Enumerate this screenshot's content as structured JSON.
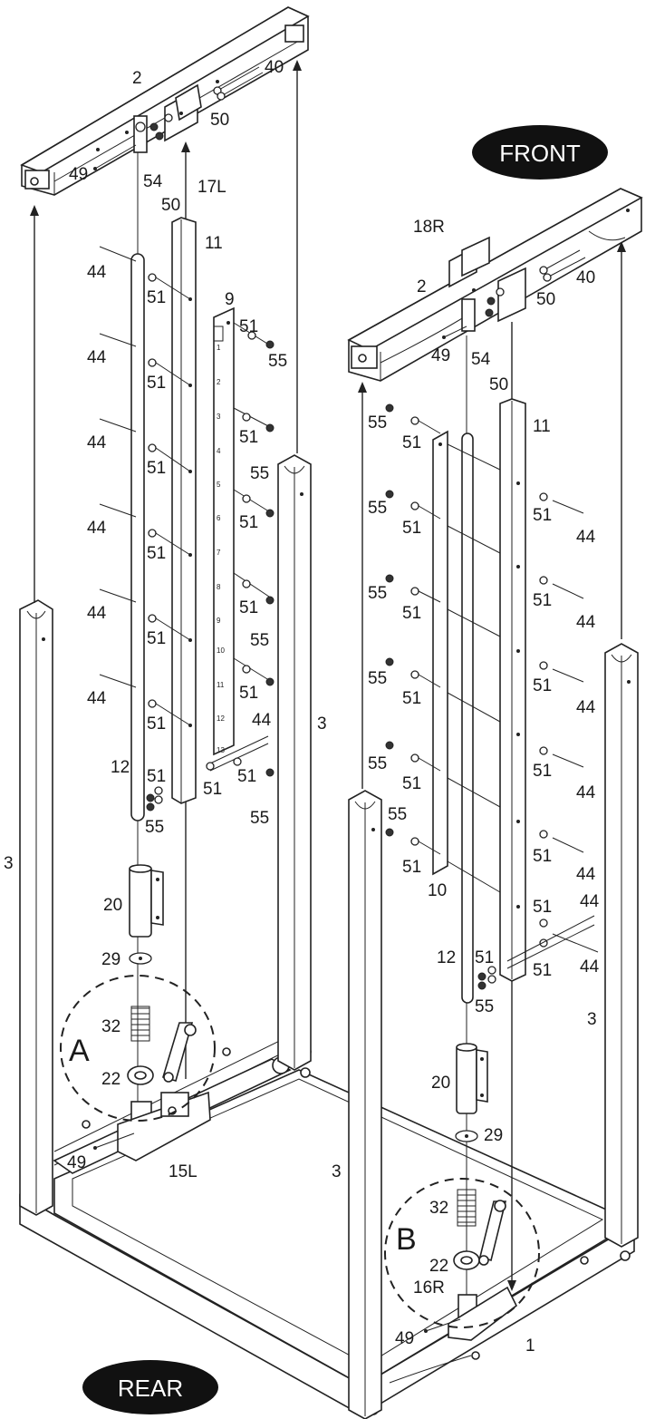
{
  "orientation": {
    "front": "FRONT",
    "rear": "REAR"
  },
  "details": {
    "a": "A",
    "b": "B"
  },
  "left_assembly": {
    "top_frame": "2",
    "bolt_top": "40",
    "washer_top": "50",
    "bracket": "17L",
    "washer_left": "50",
    "nut_top": "54",
    "pin_top": "49",
    "guide_tube": "11",
    "weight_plate": "9",
    "rod": "12",
    "bolts": [
      "44",
      "44",
      "44",
      "44",
      "44",
      "44"
    ],
    "washers_left": [
      "51",
      "51",
      "51",
      "51",
      "51",
      "51"
    ],
    "washers_right": [
      "51",
      "51",
      "51",
      "51",
      "51"
    ],
    "nuts_right": [
      "55",
      "55",
      "55",
      "55"
    ],
    "bottom_bolt": "44",
    "bottom_washer_a": "51",
    "bottom_washer_b": "51",
    "bottom_washer_c": "51",
    "bottom_nut_a": "55",
    "bottom_nut_b": "55",
    "bushing": "20",
    "washer_29": "29",
    "spring": "32",
    "collar": "22",
    "pin_bottom": "49",
    "lower_bracket": "15L",
    "plate_numbers": [
      "1",
      "2",
      "3",
      "4",
      "5",
      "6",
      "7",
      "8",
      "9",
      "10",
      "11",
      "12",
      "13"
    ]
  },
  "right_assembly": {
    "top_frame": "2",
    "bracket": "18R",
    "bolt_top": "40",
    "washer_top": "50",
    "pin_top": "49",
    "nut_top": "54",
    "washer_right": "50",
    "guide_tube": "11",
    "weight_plate": "10",
    "rod": "12",
    "nuts_left": [
      "55",
      "55",
      "55",
      "55",
      "55",
      "55"
    ],
    "washers_left": [
      "51",
      "51",
      "51",
      "51",
      "51",
      "51"
    ],
    "washers_right": [
      "51",
      "51",
      "51",
      "51",
      "51",
      "51"
    ],
    "bolts_right": [
      "44",
      "44",
      "44",
      "44",
      "44"
    ],
    "bottom_bolt_a": "44",
    "bottom_bolt_b": "44",
    "bottom_washer_a": "51",
    "bottom_washer_b": "51",
    "bottom_nut": "55",
    "bushing": "20",
    "washer_29": "29",
    "spring": "32",
    "collar": "22",
    "lower_bracket": "16R",
    "pin_bottom": "49"
  },
  "frame": {
    "upright_left": "3",
    "upright_mid": "3",
    "upright_center": "3",
    "upright_right": "3",
    "base": "1"
  }
}
